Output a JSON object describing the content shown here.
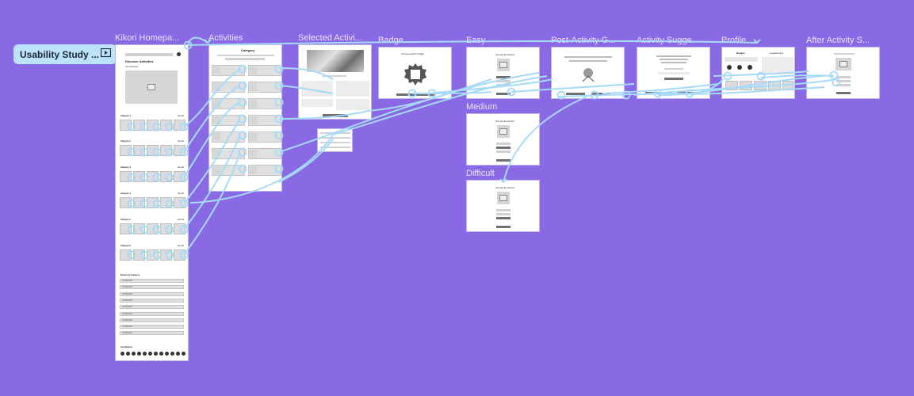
{
  "canvas": {
    "background": "#8969e4",
    "link_color": "#a6daf8"
  },
  "flow": {
    "label": "Usability Study ..."
  },
  "frames": [
    {
      "id": "homepage",
      "label": "Kikori Homepa..."
    },
    {
      "id": "activities",
      "label": "Activities"
    },
    {
      "id": "selected",
      "label": "Selected Activi..."
    },
    {
      "id": "badge",
      "label": "Badge"
    },
    {
      "id": "easy",
      "label": "Easy"
    },
    {
      "id": "post",
      "label": "Post-Activity G..."
    },
    {
      "id": "suggest",
      "label": "Activity Sugge..."
    },
    {
      "id": "profile",
      "label": "Profile"
    },
    {
      "id": "after",
      "label": "After Activity S..."
    },
    {
      "id": "medium",
      "label": "Medium"
    },
    {
      "id": "difficult",
      "label": "Difficult"
    }
  ],
  "homepage": {
    "heading": "Discover Activities",
    "featured": "Your Favorites",
    "categories": [
      "Category 1",
      "Category 2",
      "Category 3",
      "Category 4",
      "Category 5",
      "Category 6"
    ],
    "see_all": "See All",
    "browse": "Browse by Category",
    "browse_items": [
      "CATEGORY",
      "CATEGORY",
      "CATEGORY",
      "CATEGORY",
      "CATEGORY",
      "CATEGORY",
      "CATEGORY",
      "CATEGORY",
      "CATEGORY"
    ],
    "contributors": "Contributors"
  },
  "activities": {
    "heading": "Category"
  },
  "badge": {
    "heading": "You have earned a badge!"
  },
  "rating": {
    "question": "How was the activity?",
    "options": [
      "Easy",
      "Medium",
      "Difficult"
    ]
  },
  "profile": {
    "badges": "Badges",
    "leaderboard": "Leaderboard"
  }
}
